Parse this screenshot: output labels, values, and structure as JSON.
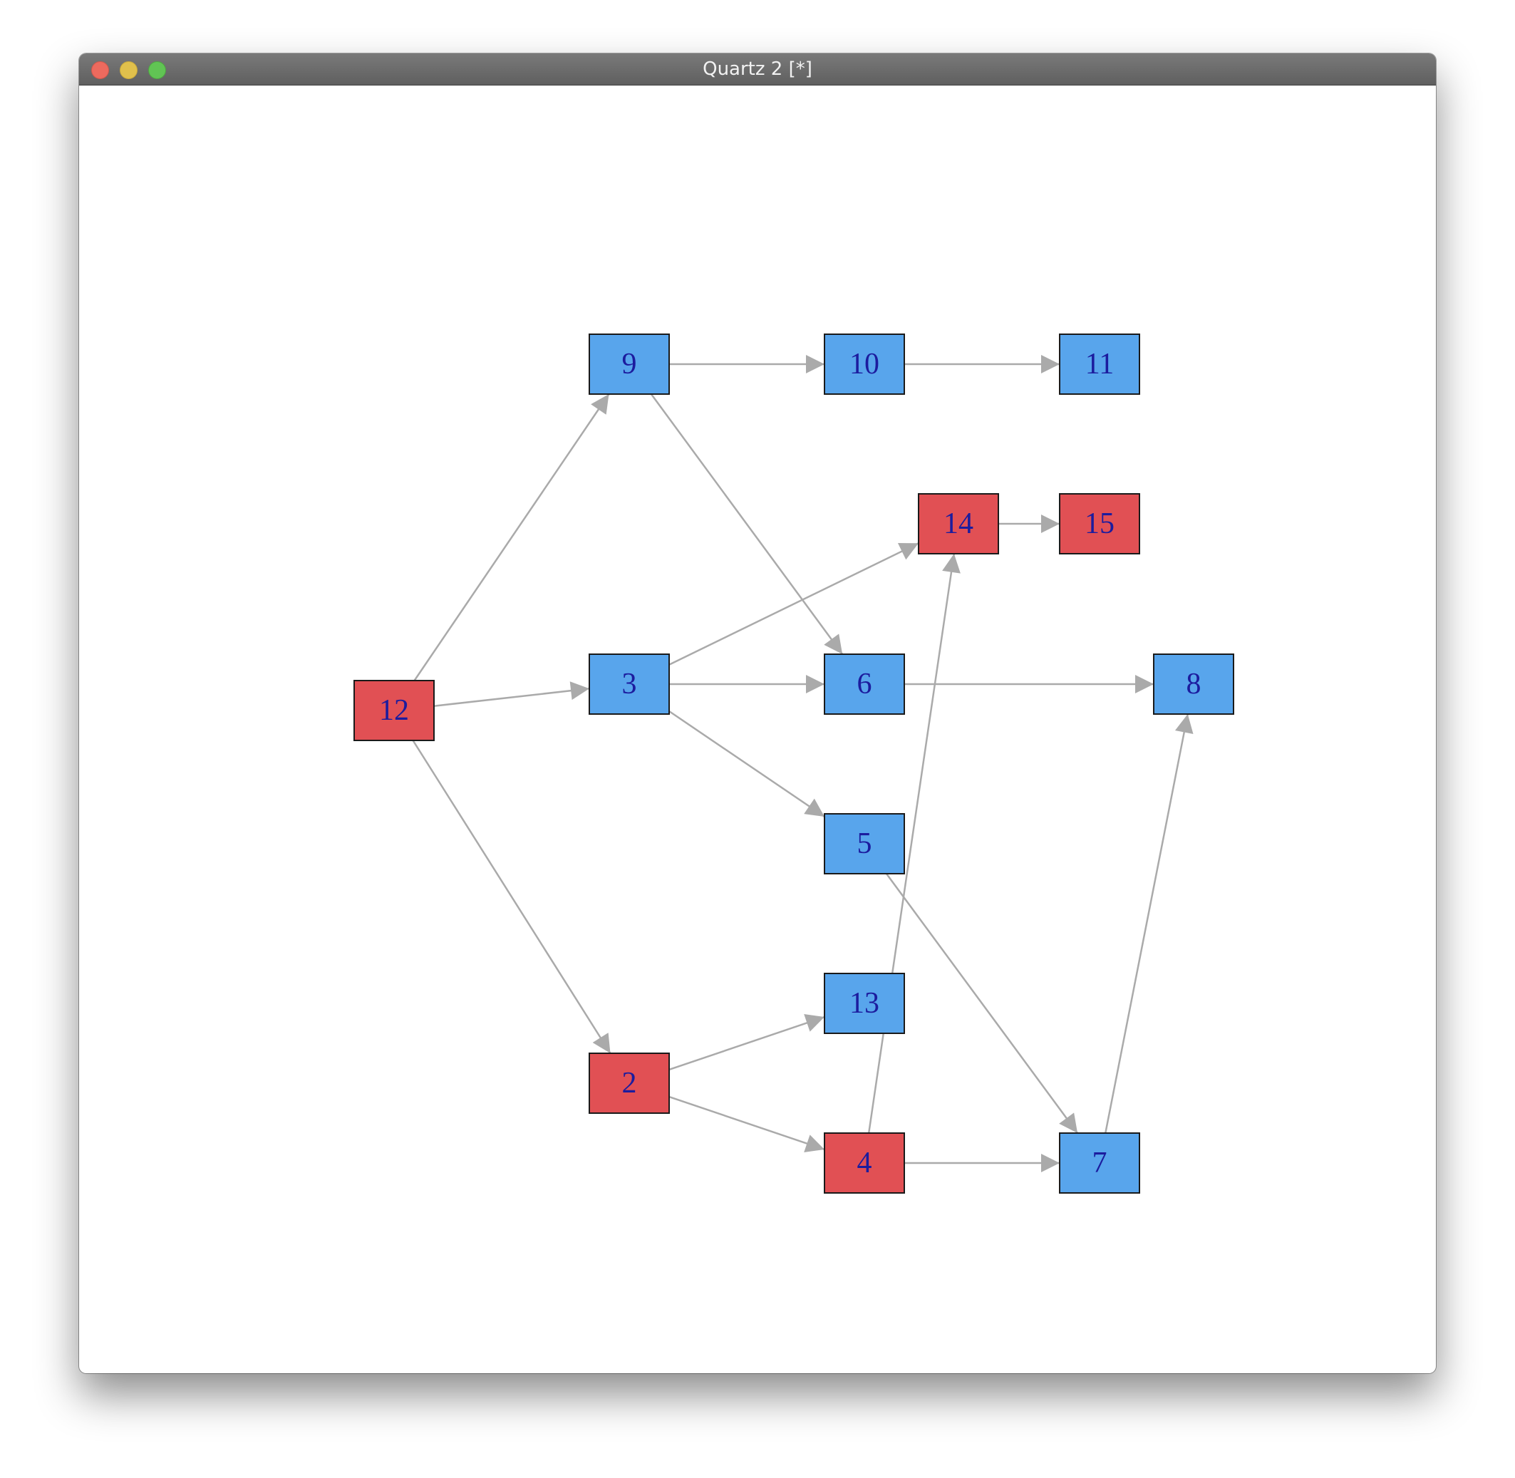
{
  "window": {
    "title": "Quartz 2 [*]"
  },
  "colors": {
    "red_node": "#e15054",
    "blue_node": "#58a5ec",
    "edge": "#aaaaaa",
    "label": "#1c1c9e"
  },
  "graph": {
    "nodes": [
      {
        "id": "9",
        "label": "9",
        "color": "blue"
      },
      {
        "id": "10",
        "label": "10",
        "color": "blue"
      },
      {
        "id": "11",
        "label": "11",
        "color": "blue"
      },
      {
        "id": "14",
        "label": "14",
        "color": "red"
      },
      {
        "id": "15",
        "label": "15",
        "color": "red"
      },
      {
        "id": "12",
        "label": "12",
        "color": "red"
      },
      {
        "id": "3",
        "label": "3",
        "color": "blue"
      },
      {
        "id": "6",
        "label": "6",
        "color": "blue"
      },
      {
        "id": "8",
        "label": "8",
        "color": "blue"
      },
      {
        "id": "5",
        "label": "5",
        "color": "blue"
      },
      {
        "id": "13",
        "label": "13",
        "color": "blue"
      },
      {
        "id": "2",
        "label": "2",
        "color": "red"
      },
      {
        "id": "4",
        "label": "4",
        "color": "red"
      },
      {
        "id": "7",
        "label": "7",
        "color": "blue"
      }
    ],
    "edges": [
      {
        "from": "9",
        "to": "10"
      },
      {
        "from": "10",
        "to": "11"
      },
      {
        "from": "9",
        "to": "6"
      },
      {
        "from": "14",
        "to": "15"
      },
      {
        "from": "12",
        "to": "9"
      },
      {
        "from": "12",
        "to": "3"
      },
      {
        "from": "12",
        "to": "2"
      },
      {
        "from": "3",
        "to": "14"
      },
      {
        "from": "3",
        "to": "6"
      },
      {
        "from": "3",
        "to": "5"
      },
      {
        "from": "6",
        "to": "8"
      },
      {
        "from": "5",
        "to": "7"
      },
      {
        "from": "4",
        "to": "14"
      },
      {
        "from": "2",
        "to": "13"
      },
      {
        "from": "2",
        "to": "4"
      },
      {
        "from": "4",
        "to": "7"
      },
      {
        "from": "7",
        "to": "8"
      }
    ]
  }
}
